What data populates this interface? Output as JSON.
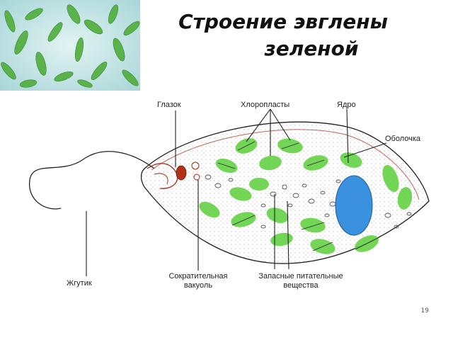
{
  "slide": {
    "title_line1": "Строение эвглены",
    "title_line2": "зеленой",
    "page_number": "19"
  },
  "labels": {
    "eyespot": "Глазок",
    "chloroplasts": "Хлоропласты",
    "nucleus": "Ядро",
    "membrane": "Оболочка",
    "flagellum": "Жгутик",
    "vacuole_line1": "Сократительная",
    "vacuole_line2": "вакуоль",
    "reserve_line1": "Запасные питательные",
    "reserve_line2": "вещества"
  },
  "colors": {
    "chloroplast": "#5ccf3a",
    "nucleus": "#3a92de",
    "eyespot": "#b03018",
    "outline": "#9a2a18"
  }
}
